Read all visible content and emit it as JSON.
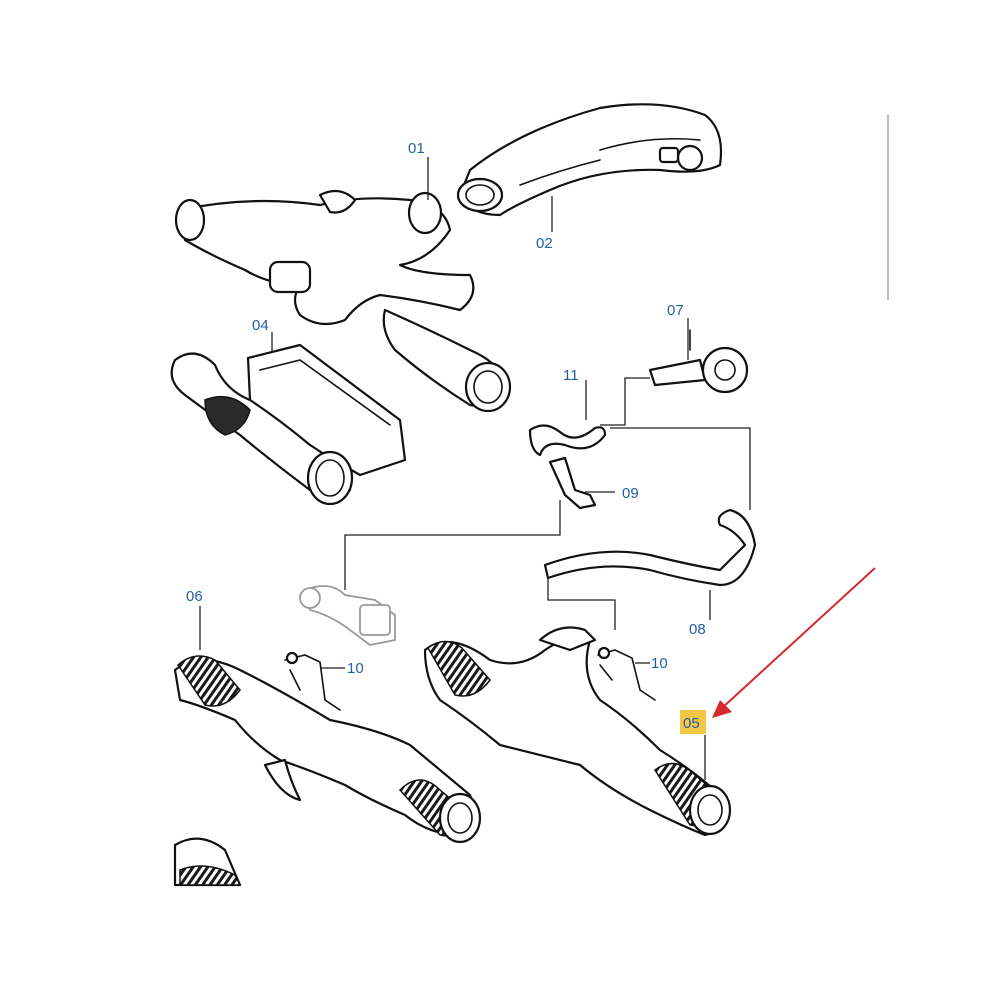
{
  "callouts": {
    "c01": "01",
    "c02": "02",
    "c04": "04",
    "c05": "05",
    "c06": "06",
    "c07": "07",
    "c08": "08",
    "c09": "09",
    "c10a": "10",
    "c10b": "10",
    "c11": "11"
  },
  "colors": {
    "callout_text": "#1f5fa8",
    "highlight": "#f2c744",
    "arrow": "#d42a2a"
  }
}
